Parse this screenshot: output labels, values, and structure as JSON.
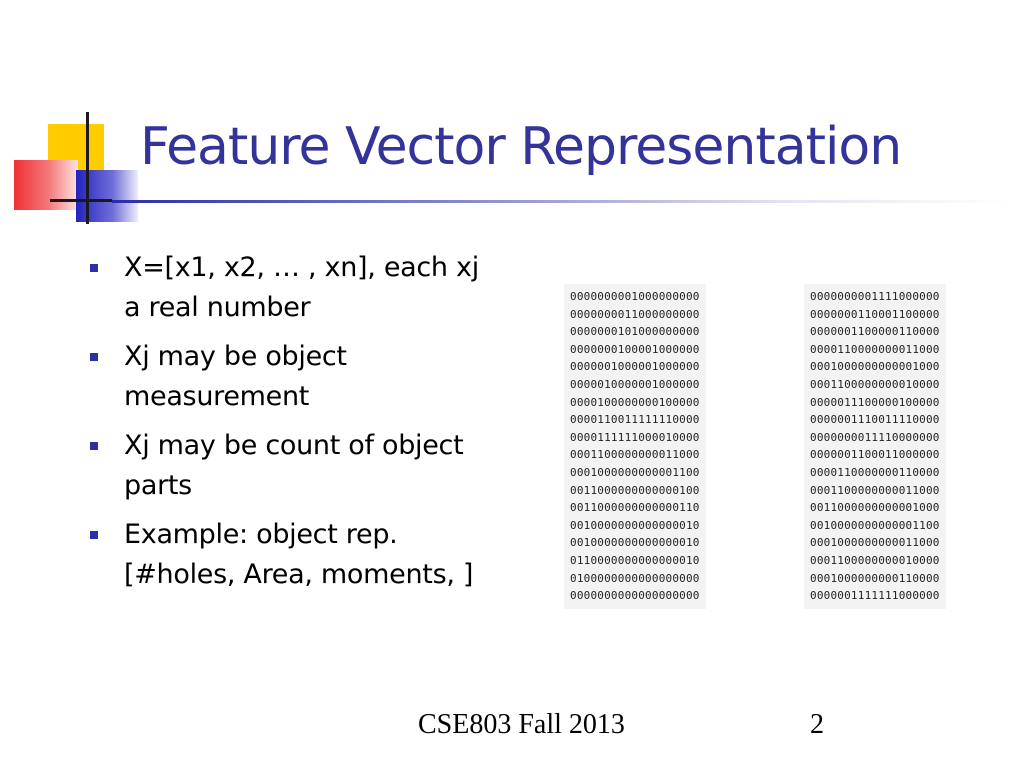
{
  "slide": {
    "title": "Feature Vector Representation",
    "colors": {
      "title": "#333399",
      "bullet": "#2f2fa5",
      "deco_yellow": "#ffcc00",
      "deco_red": "#f0464b",
      "deco_blue": "#2e2ec8"
    },
    "bullets": [
      {
        "text": "X=[x1, x2, … , xn], each xj\na real number"
      },
      {
        "text": "Xj may be object\nmeasurement"
      },
      {
        "text": "Xj may be count of object\nparts"
      },
      {
        "text": "Example: object rep.\n[#holes, Area, moments, ]"
      }
    ],
    "bit_matrices": [
      {
        "rows": [
          "0000000001000000000",
          "0000000011000000000",
          "0000000101000000000",
          "0000000100001000000",
          "0000001000001000000",
          "0000010000001000000",
          "0000100000000100000",
          "0000110011111110000",
          "0000111111000010000",
          "0001100000000011000",
          "0001000000000001100",
          "0011000000000000100",
          "0011000000000000110",
          "0010000000000000010",
          "0010000000000000010",
          "0110000000000000010",
          "0100000000000000000",
          "0000000000000000000"
        ]
      },
      {
        "rows": [
          "0000000001111000000",
          "0000000110001100000",
          "0000001100000110000",
          "0000110000000011000",
          "0001000000000001000",
          "0001100000000010000",
          "0000011100000100000",
          "0000001110011110000",
          "0000000011110000000",
          "0000001100011000000",
          "0000110000000110000",
          "0001100000000011000",
          "0011000000000001000",
          "0010000000000001100",
          "0001000000000011000",
          "0001100000000010000",
          "0001000000000110000",
          "0000001111111000000"
        ]
      }
    ],
    "footer": {
      "text": "CSE803 Fall 2013",
      "page_number": "2"
    }
  }
}
